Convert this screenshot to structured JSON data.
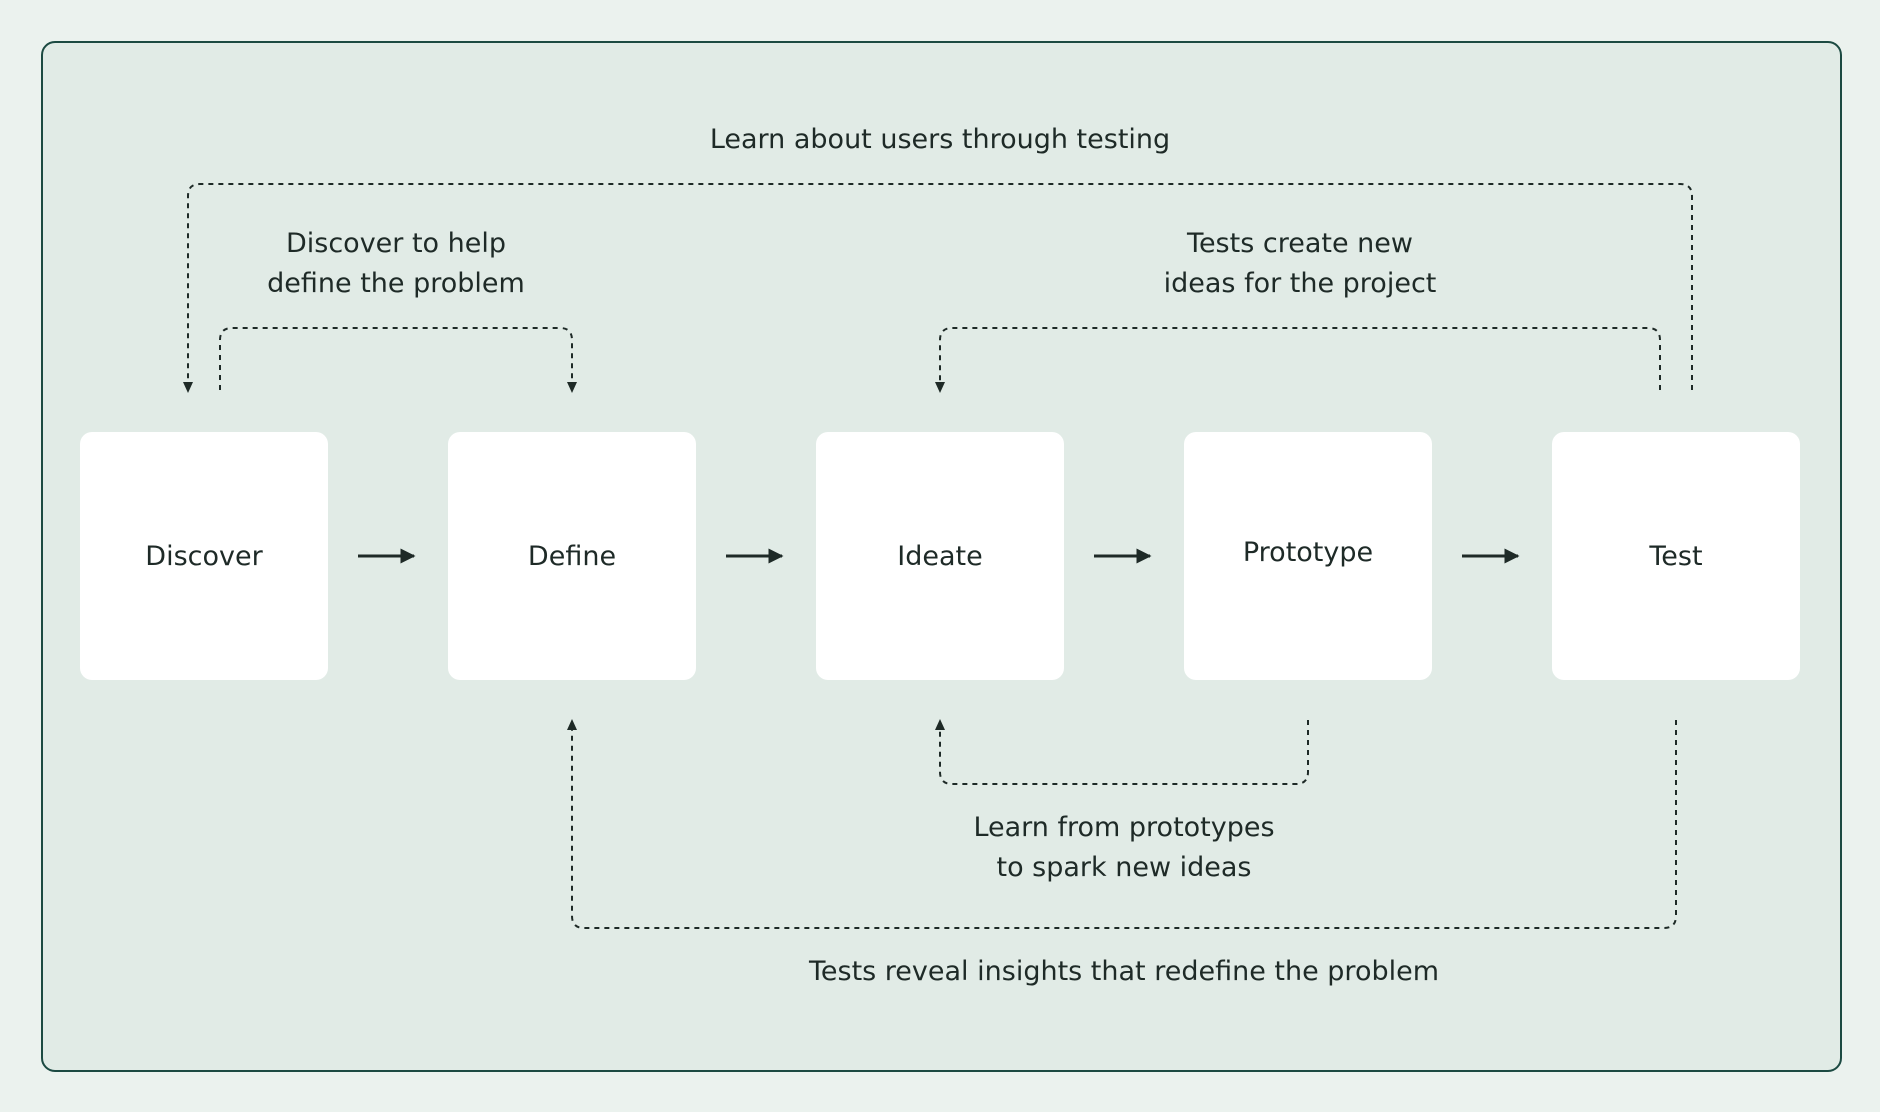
{
  "stages": [
    {
      "label": "Discover"
    },
    {
      "label": "Define"
    },
    {
      "label": "Ideate"
    },
    {
      "label": "Prototype"
    },
    {
      "label": "Test"
    }
  ],
  "loops": {
    "users": {
      "text": "Learn about users through testing"
    },
    "discover_define": {
      "line1": "Discover to help",
      "line2": "define the problem"
    },
    "tests_ideas": {
      "line1": "Tests create new",
      "line2": "ideas for the project"
    },
    "prototypes": {
      "line1": "Learn from prototypes",
      "line2": "to spark new ideas"
    },
    "redefine": {
      "text": "Tests reveal insights that redefine the problem"
    }
  },
  "colors": {
    "background": "#ebf2ee",
    "panel": "#e1ebe6",
    "panel_border": "#1c4a42",
    "box": "#ffffff",
    "ink": "#1e2a27"
  }
}
